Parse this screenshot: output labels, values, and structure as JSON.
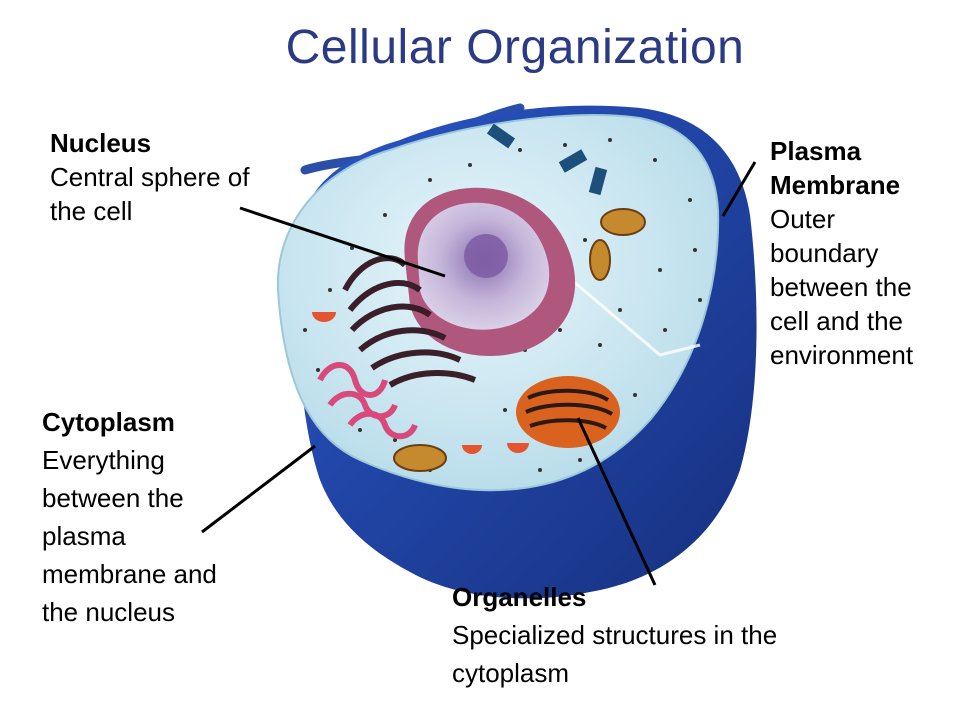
{
  "title": "Cellular Organization",
  "labels": {
    "nucleus": {
      "heading": "Nucleus",
      "lines": [
        "Central sphere of",
        "the cell"
      ]
    },
    "membrane": {
      "heading_lines": [
        "Plasma",
        "Membrane"
      ],
      "lines": [
        "Outer",
        "boundary",
        "between the",
        "cell and the",
        "environment"
      ]
    },
    "cytoplasm": {
      "heading": "Cytoplasm",
      "lines": [
        "Everything",
        "between the",
        "plasma",
        "membrane and",
        "the nucleus"
      ]
    },
    "organelles": {
      "heading": "Organelles",
      "lines": [
        "Specialized structures in the",
        "cytoplasm"
      ]
    }
  }
}
